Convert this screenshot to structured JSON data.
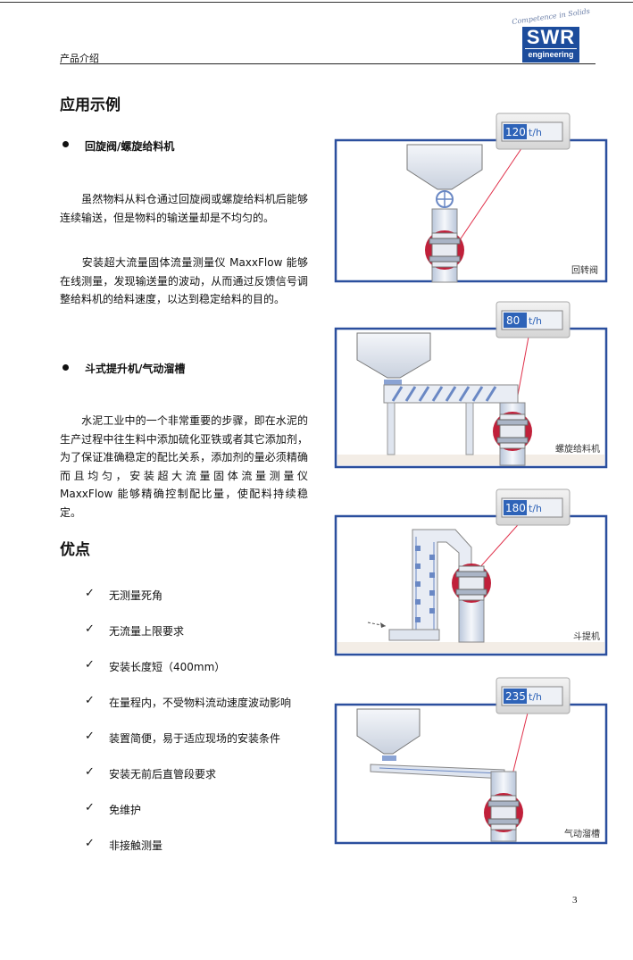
{
  "header": {
    "section_label": "产品介绍",
    "logo_tagline": "Competence in Solids",
    "logo_main": "SWR",
    "logo_sub": "engineering"
  },
  "applications": {
    "heading": "应用示例",
    "items": [
      {
        "title": "回旋阀/螺旋给料机",
        "paragraphs": [
          "　　虽然物料从料仓通过回旋阀或螺旋给料机后能够连续输送，但是物料的输送量却是不均匀的。",
          "　　安装超大流量固体流量测量仪 MaxxFlow 能够在线测量，发现输送量的波动，从而通过反馈信号调整给料机的给料速度，以达到稳定给料的目的。"
        ]
      },
      {
        "title": "斗式提升机/气动溜槽",
        "paragraphs": [
          "　　水泥工业中的一个非常重要的步骤，即在水泥的生产过程中往生料中添加硫化亚铁或者其它添加剂，为了保证准确稳定的配比关系，添加剂的量必须精确而且均匀，安装超大流量固体流量测量仪 MaxxFlow 能够精确控制配比量，使配料持续稳定。"
        ]
      }
    ]
  },
  "advantages": {
    "heading": "优点",
    "check_symbol": "✓",
    "items": [
      "无测量死角",
      "无流量上限要求",
      "安装长度短（400mm）",
      "在量程内，不受物料流动速度波动影响",
      "装置简便，易于适应现场的安装条件",
      "安装无前后直管段要求",
      "免维护",
      "非接触测量"
    ]
  },
  "diagrams": [
    {
      "display_value": "120",
      "unit": "t/h",
      "caption": "回转阀"
    },
    {
      "display_value": "80",
      "unit": "t/h",
      "caption": "螺旋给料机"
    },
    {
      "display_value": "180",
      "unit": "t/h",
      "caption": "斗提机"
    },
    {
      "display_value": "235",
      "unit": "t/h",
      "caption": "气动溜槽"
    }
  ],
  "page_number": "3",
  "colors": {
    "frame_blue": "#2b4f9e",
    "sensor_red": "#c0203a",
    "display_blue": "#2e63b8",
    "signal_line": "#e0304a"
  }
}
